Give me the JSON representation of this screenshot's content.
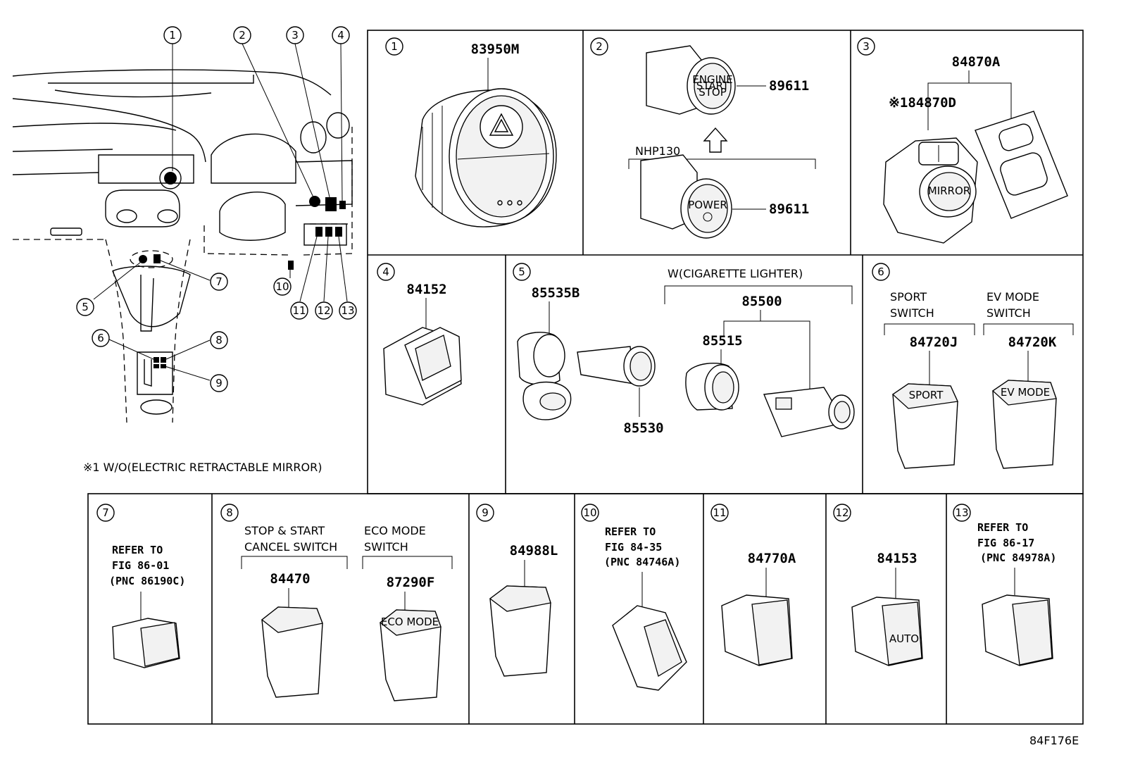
{
  "panels": {
    "p1": {
      "callout": "1",
      "part": "83950M"
    },
    "p2": {
      "callout": "2",
      "part_top": "89611",
      "part_bottom": "89611",
      "variant": "NHP130"
    },
    "p3": {
      "callout": "3",
      "part_main": "84870A",
      "part_sub": "※184870D"
    },
    "p4": {
      "callout": "4",
      "part": "84152"
    },
    "p5": {
      "callout": "5",
      "part_a": "85535B",
      "part_b": "85530",
      "group_label": "W(CIGARETTE LIGHTER)",
      "part_group": "85500",
      "part_c": "85515"
    },
    "p6": {
      "callout": "6",
      "label_a_line1": "SPORT",
      "label_a_line2": "SWITCH",
      "part_a": "84720J",
      "label_b_line1": "EV MODE",
      "label_b_line2": "SWITCH",
      "part_b": "84720K"
    },
    "p7": {
      "callout": "7",
      "ref_line1": "REFER TO",
      "ref_line2": "FIG 86-01",
      "ref_line3": "(PNC 86190C)"
    },
    "p8": {
      "callout": "8",
      "label_a_line1": "STOP & START",
      "label_a_line2": "CANCEL SWITCH",
      "part_a": "84470",
      "label_b_line1": "ECO MODE",
      "label_b_line2": "SWITCH",
      "part_b": "87290F"
    },
    "p9": {
      "callout": "9",
      "part": "84988L"
    },
    "p10": {
      "callout": "10",
      "ref_line1": "REFER TO",
      "ref_line2": "FIG 84-35",
      "ref_line3": "(PNC 84746A)"
    },
    "p11": {
      "callout": "11",
      "part": "84770A"
    },
    "p12": {
      "callout": "12",
      "part": "84153"
    },
    "p13": {
      "callout": "13",
      "ref_line1": "REFER TO",
      "ref_line2": "FIG 86-17",
      "ref_line3": "(PNC 84978A)"
    }
  },
  "overview": {
    "callouts": [
      "1",
      "2",
      "3",
      "4",
      "5",
      "6",
      "7",
      "8",
      "9",
      "10",
      "11",
      "12",
      "13"
    ],
    "footnote": "※1 W/O(ELECTRIC RETRACTABLE MIRROR)"
  },
  "figure_code": "84F176E",
  "switch_legends": {
    "start_button": [
      "ENGINE",
      "START",
      "STOP"
    ],
    "power_button": "POWER",
    "mirror_knob": "MIRROR",
    "sport": "SPORT",
    "ev": "EV MODE",
    "eco": "ECO MODE",
    "auto": "AUTO"
  }
}
